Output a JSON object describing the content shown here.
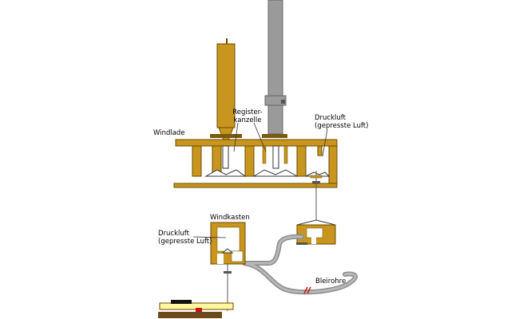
{
  "labels": {
    "windlade": "Windlade",
    "registerkanzelle": "Register-\nkanzelle",
    "druckluft_top": "Druckluft\n(gepresste Luft)",
    "windkasten": "Windkasten",
    "druckluft_bottom": "Druckluft\n(gepresste Luft)",
    "bleirohre": "Bleirohre"
  },
  "colors": {
    "wood": "#c8961e",
    "wood_edge": "#6b4a00",
    "pipe_metal": "#9a9a9a",
    "lead_tube": "#8c8c8c",
    "key_top": "#fff6a0",
    "key_body": "#6b4a1e",
    "accent_red": "#cc1111"
  }
}
